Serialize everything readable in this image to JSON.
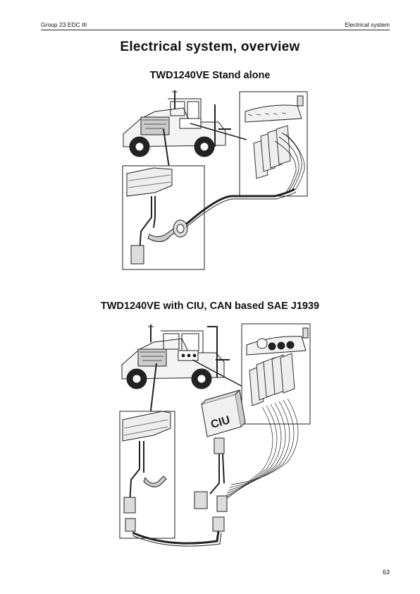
{
  "header": {
    "left": "Group 23 EDC III",
    "right": "Electrical system"
  },
  "page_title": "Electrical system, overview",
  "figures": [
    {
      "heading": "TWD1240VE Stand alone"
    },
    {
      "heading": "TWD1240VE with CIU, CAN based SAE J1939",
      "ciu_label": "CIU"
    }
  ],
  "page_number": "63"
}
